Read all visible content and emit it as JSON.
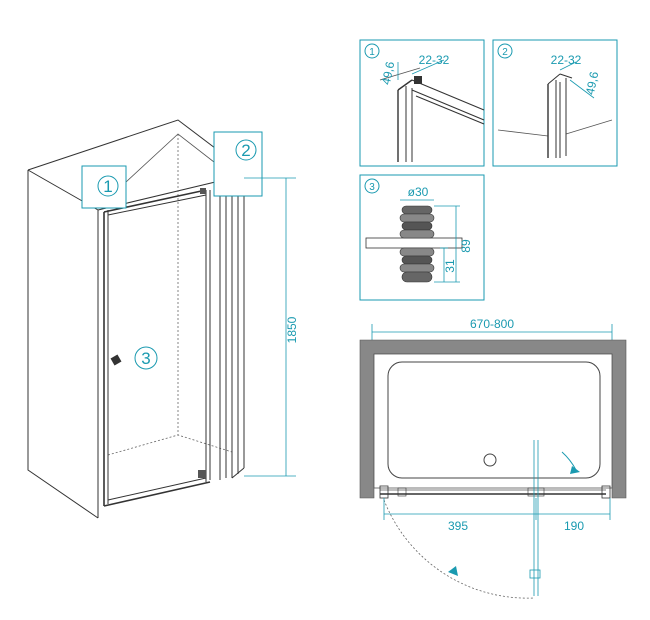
{
  "colors": {
    "accent": "#1a9ab0",
    "outline": "#333333",
    "wall": "#888888"
  },
  "callouts": {
    "c1": "1",
    "c2": "2",
    "c3": "3"
  },
  "dimensions": {
    "height": "1850",
    "width_range": "670-800",
    "left_span": "395",
    "right_span": "190",
    "detail1_a": "22-32",
    "detail1_b": "49,6",
    "detail2_a": "22-32",
    "detail2_b": "49,6",
    "detail3_dia": "ø30",
    "detail3_h1": "89",
    "detail3_h2": "31"
  }
}
